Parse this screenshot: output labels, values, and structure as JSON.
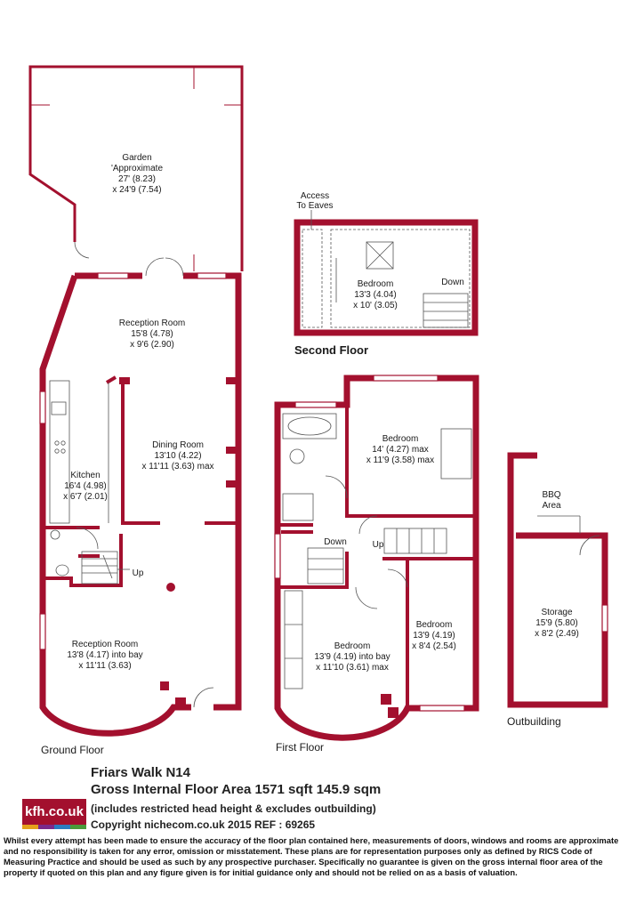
{
  "rooms": {
    "garden": {
      "name": "Garden",
      "line2": "'Approximate",
      "line3": "27' (8.23)",
      "line4": "x 24'9 (7.54)"
    },
    "reception1": {
      "name": "Reception Room",
      "line2": "15'8 (4.78)",
      "line3": "x 9'6 (2.90)"
    },
    "dining": {
      "name": "Dining Room",
      "line2": "13'10 (4.22)",
      "line3": "x 11'11 (3.63) max"
    },
    "kitchen": {
      "name": "Kitchen",
      "line2": "16'4 (4.98)",
      "line3": "x 6'7 (2.01)"
    },
    "reception2": {
      "name": "Reception Room",
      "line2": "13'8 (4.17) into bay",
      "line3": "x 11'11 (3.63)"
    },
    "second_bedroom": {
      "name": "Bedroom",
      "line2": "13'3 (4.04)",
      "line3": "x 10' (3.05)"
    },
    "ff_bedroom_a": {
      "name": "Bedroom",
      "line2": "14' (4.27) max",
      "line3": "x 11'9 (3.58) max"
    },
    "ff_bedroom_b": {
      "name": "Bedroom",
      "line2": "13'9 (4.19) into bay",
      "line3": "x 11'10 (3.61) max"
    },
    "ff_bedroom_c": {
      "name": "Bedroom",
      "line2": "13'9 (4.19)",
      "line3": "x 8'4 (2.54)"
    },
    "storage": {
      "name": "Storage",
      "line2": "15'9 (5.80)",
      "line3": "x 8'2 (2.49)"
    },
    "bbq": {
      "line1": "BBQ",
      "line2": "Area"
    },
    "eaves": {
      "line1": "Access",
      "line2": "To Eaves"
    }
  },
  "stair_labels": {
    "up_ground": "Up",
    "down_second": "Down",
    "down_first": "Down",
    "up_first": "Up"
  },
  "floor_labels": {
    "ground": "Ground Floor",
    "first": "First Floor",
    "second": "Second Floor",
    "outbuilding": "Outbuilding"
  },
  "info": {
    "title": "Friars Walk  N14",
    "area": "Gross Internal Floor Area 1571 sqft 145.9 sqm",
    "note": "(includes restricted head height & excludes outbuilding)",
    "copyright": "Copyright nichecom.co.uk 2015 REF : 69265"
  },
  "logo": {
    "text": "kfh.co.uk",
    "bar_colors": [
      "#e4a11b",
      "#7a2a8a",
      "#2b7bbf",
      "#4a9a3a"
    ]
  },
  "disclaimer": "Whilst every attempt has been made to ensure the accuracy of the floor plan contained here, measurements of doors, windows and rooms are approximate and no responsibility is taken for any error, omission or misstatement.  These plans are for representation purposes only as defined by RICS Code of Measuring Practice and should be used as such by any prospective purchaser.  Specifically no guarantee is given on the gross internal floor area of the property if quoted on this plan and any figure given is for initial guidance only and should not be relied on as a basis of valuation.",
  "colors": {
    "wall": "#a3102e",
    "brand": "#a3102e"
  }
}
